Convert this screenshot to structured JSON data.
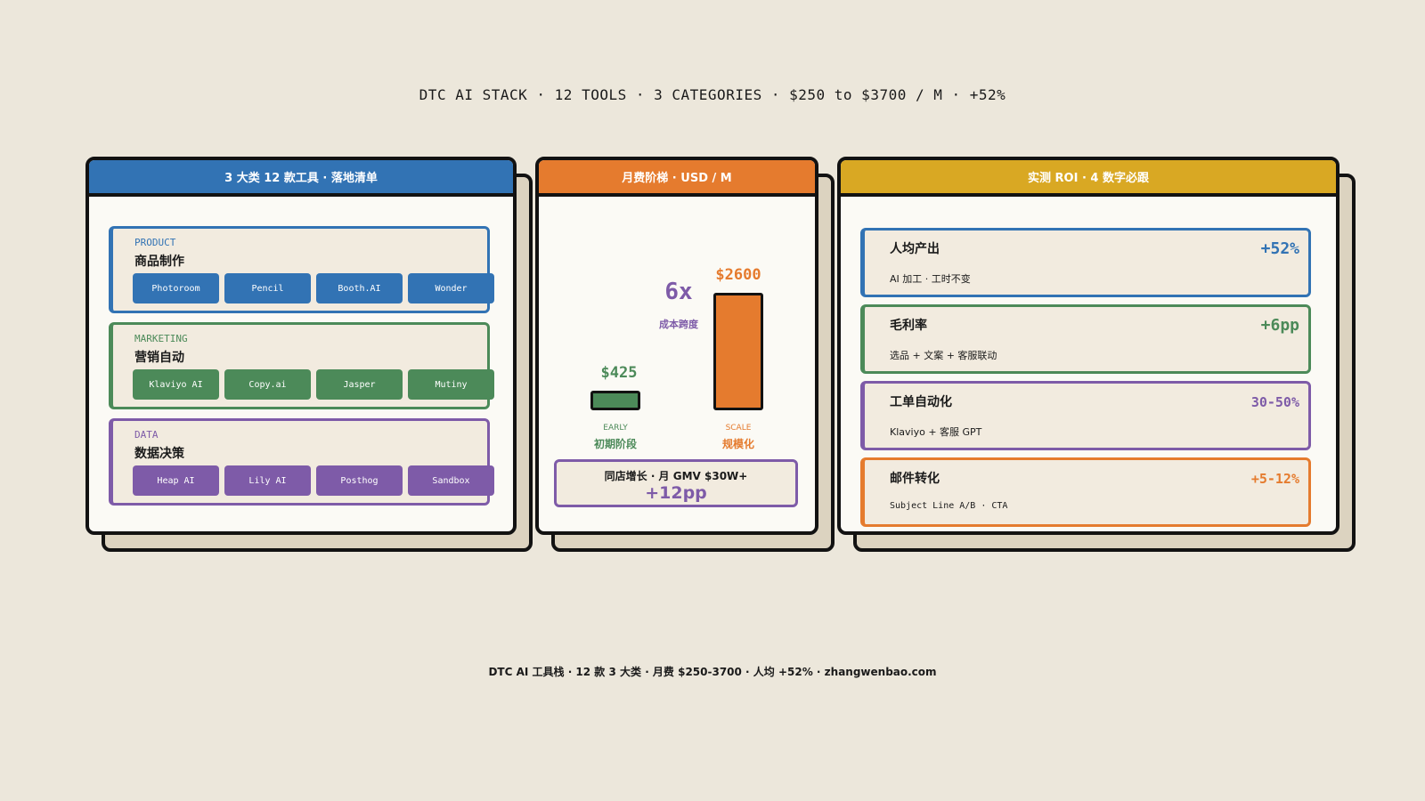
{
  "header": {
    "title": "DTC AI STACK · 12 TOOLS · 3 CATEGORIES · $250 to $3700 / M · +52%"
  },
  "colors": {
    "blue": "#3273b4",
    "orange": "#e57b2e",
    "gold": "#d9a823",
    "green": "#4c8a59",
    "purple": "#7e5ba8",
    "background": "#ece7db"
  },
  "stack": {
    "title": "3 大类 12 款工具 · 落地清单",
    "categories": [
      {
        "code": "PRODUCT",
        "name": "商品制作",
        "tools": [
          "Photoroom",
          "Pencil",
          "Booth.AI",
          "Wonder"
        ]
      },
      {
        "code": "MARKETING",
        "name": "营销自动",
        "tools": [
          "Klaviyo AI",
          "Copy.ai",
          "Jasper",
          "Mutiny"
        ]
      },
      {
        "code": "DATA",
        "name": "数据决策",
        "tools": [
          "Heap AI",
          "Lily AI",
          "Posthog",
          "Sandbox"
        ]
      }
    ]
  },
  "pricing": {
    "title": "月费阶梯 · USD / M",
    "multiplier": "6x",
    "multiplier_label": "成本跨度",
    "growth_label": "同店增长 · 月 GMV $30W+",
    "growth_value": "+12pp"
  },
  "chart_data": {
    "type": "bar",
    "categories": [
      "初期阶段",
      "规模化"
    ],
    "tick_labels": [
      "EARLY",
      "SCALE"
    ],
    "values": [
      425,
      2600
    ],
    "data_labels": [
      "$425",
      "$2600"
    ]
  },
  "roi": {
    "title": "实测 ROI · 4 数字必跟",
    "items": [
      {
        "title": "人均产出",
        "sub": "AI 加工 · 工时不变",
        "value": "+52%"
      },
      {
        "title": "毛利率",
        "sub": "选品 + 文案 + 客服联动",
        "value": "+6pp"
      },
      {
        "title": "工单自动化",
        "sub": "Klaviyo + 客服 GPT",
        "value": "30-50%"
      },
      {
        "title": "邮件转化",
        "sub": "Subject Line A/B · CTA",
        "value": "+5-12%"
      }
    ]
  },
  "footer": {
    "text": "DTC AI 工具栈 · 12 款 3 大类 · 月费 $250-3700 · 人均 +52% · zhangwenbao.com"
  }
}
